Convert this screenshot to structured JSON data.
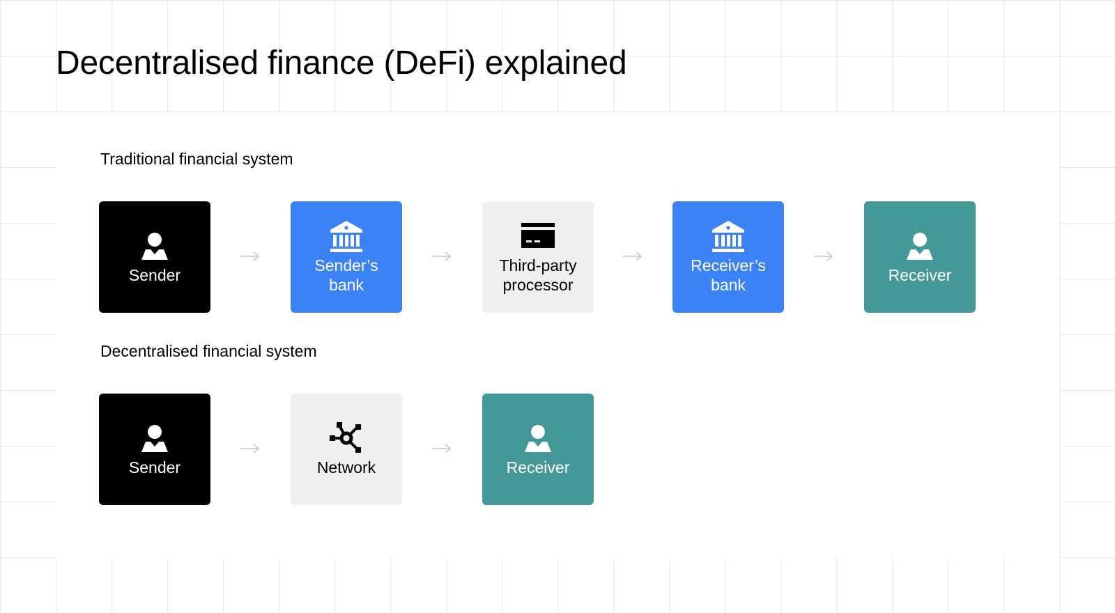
{
  "title": "Decentralised finance (DeFi) explained",
  "colors": {
    "sender": "#000000",
    "bank": "#3b82f6",
    "processor": "#f0f0f0",
    "receiver": "#449897",
    "arrow": "#c8c8c8"
  },
  "traditional": {
    "title": "Traditional financial system",
    "nodes": [
      {
        "label": "Sender",
        "icon": "person-icon"
      },
      {
        "label": "Sender’s\nbank",
        "icon": "bank-icon"
      },
      {
        "label": "Third-party\nprocessor",
        "icon": "card-icon"
      },
      {
        "label": "Receiver’s\nbank",
        "icon": "bank-icon"
      },
      {
        "label": "Receiver",
        "icon": "person-icon"
      }
    ]
  },
  "decentralised": {
    "title": "Decentralised financial system",
    "nodes": [
      {
        "label": "Sender",
        "icon": "person-icon"
      },
      {
        "label": "Network",
        "icon": "network-icon"
      },
      {
        "label": "Receiver",
        "icon": "person-icon"
      }
    ]
  }
}
